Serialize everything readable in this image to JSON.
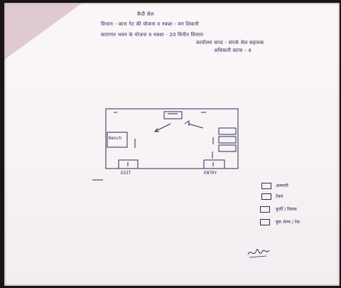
{
  "header": {
    "title": "कैदी सेल",
    "line1": "विभाग - कारा गेट की योजना व नक्शा - मन शिवानी",
    "line2": "कारागार भवन के योजना व नक्शा - 20 विनीत सियारा",
    "line3": "कार्यालय वारड - संपर्क सेल सहायक",
    "line4": "अधिकारी स्टाफ - 4"
  },
  "diagram": {
    "room_label_left": "Bench",
    "exit_label": "EXIT",
    "entry_label": "ENTRY"
  },
  "legend": [
    {
      "label": "अलमारी"
    },
    {
      "label": "टेबल"
    },
    {
      "label": "कुर्सी / दिवाल"
    },
    {
      "label": "बुक शेल्फ / रेक"
    }
  ],
  "signature": "Signature",
  "colors": {
    "ink": "#2a2a58",
    "paper": "#f7f3f5",
    "background": "#1a1416"
  }
}
